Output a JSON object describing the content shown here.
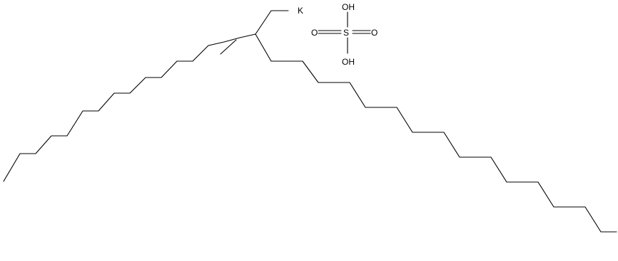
{
  "structure": {
    "atom_labels": {
      "potassium": "K",
      "hydroxyl_top": "OH",
      "hydroxyl_bottom": "OH",
      "oxygen_left": "O",
      "oxygen_right": "O",
      "sulfur": "S"
    },
    "colors": {
      "bond": "#000000",
      "background": "#ffffff"
    }
  }
}
